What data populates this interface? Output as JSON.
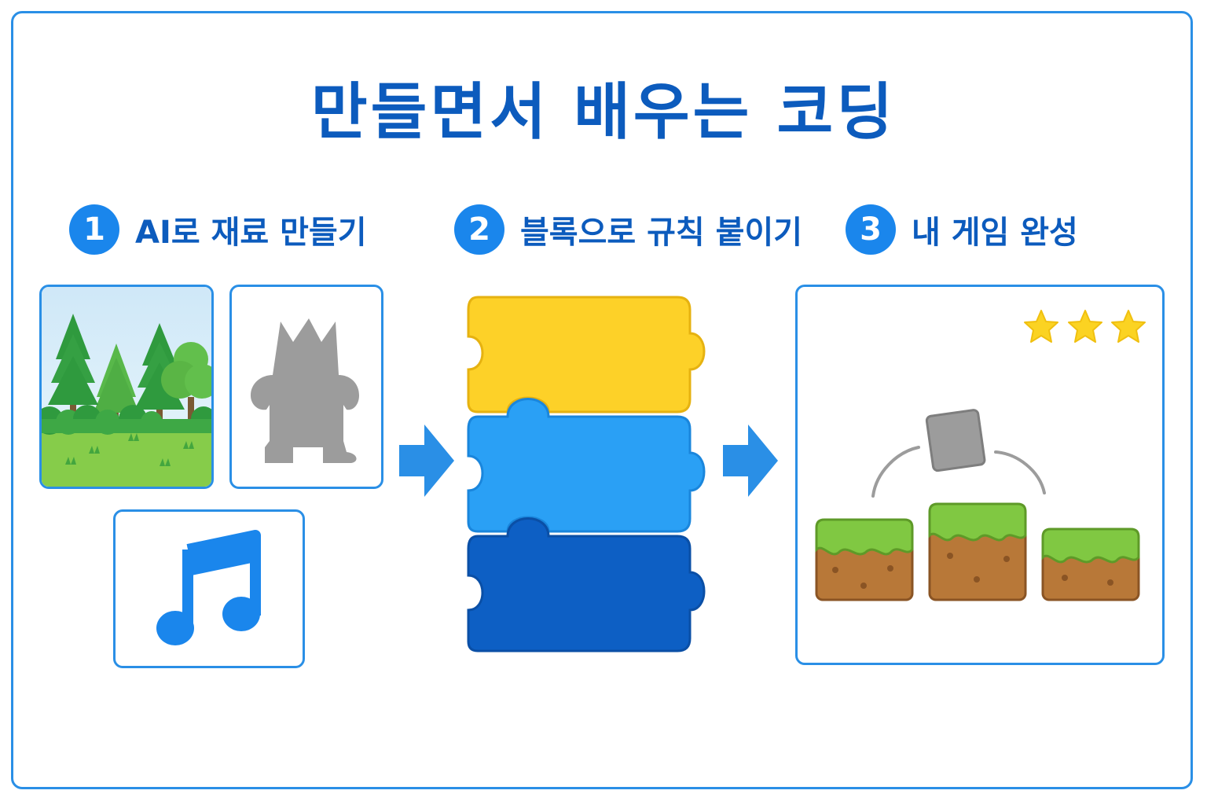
{
  "title": "만들면서 배우는 코딩",
  "steps": [
    {
      "number": "1",
      "label": "AI로 재료 만들기"
    },
    {
      "number": "2",
      "label": "블록으로 규칙 붙이기"
    },
    {
      "number": "3",
      "label": "내 게임 완성"
    }
  ],
  "colors": {
    "accent": "#1a86ec",
    "title": "#0c5bbd",
    "block_yellow": "#fdd128",
    "block_light_blue": "#2aa0f5",
    "block_dark_blue": "#0d5fc4",
    "star": "#fbd322"
  },
  "icons": [
    "forest-image-icon",
    "character-silhouette-icon",
    "music-note-icon",
    "arrow-right-icon",
    "puzzle-block-icon",
    "star-icon",
    "platform-block-icon"
  ],
  "game": {
    "stars": 3
  }
}
